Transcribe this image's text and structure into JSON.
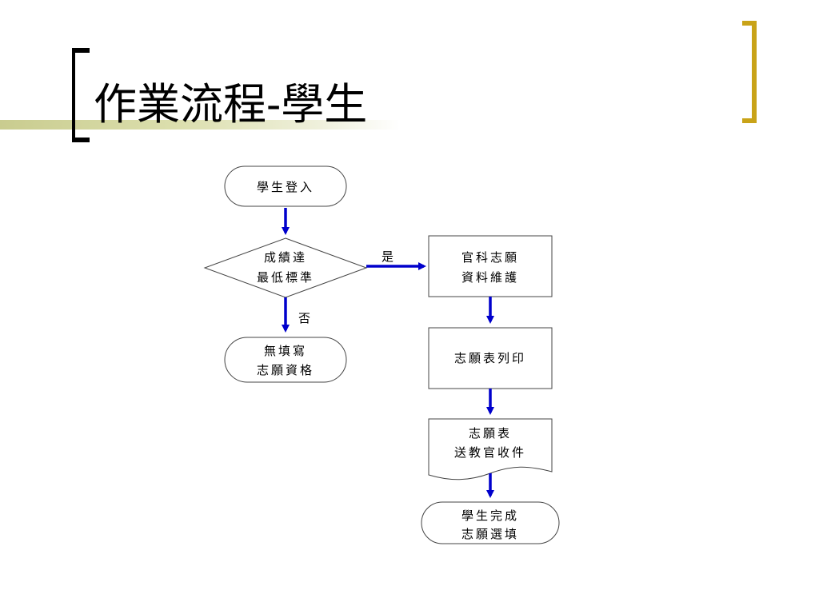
{
  "slide": {
    "title": "作業流程-學生"
  },
  "colors": {
    "arrow": "#0000cc",
    "bracket_left": "#000000",
    "bracket_right": "#c9a318",
    "title_bar": "#c9cc8f"
  },
  "flowchart": {
    "start": {
      "line1": "學生登入"
    },
    "decision": {
      "line1": "成績達",
      "line2": "最低標準"
    },
    "no_branch": {
      "label": "否",
      "line1": "無填寫",
      "line2": "志願資格"
    },
    "yes_branch": {
      "label": "是"
    },
    "step1": {
      "line1": "官科志願",
      "line2": "資料維護"
    },
    "step2": {
      "line1": "志願表列印"
    },
    "step3": {
      "line1": "志願表",
      "line2": "送教官收件"
    },
    "end": {
      "line1": "學生完成",
      "line2": "志願選填"
    }
  }
}
